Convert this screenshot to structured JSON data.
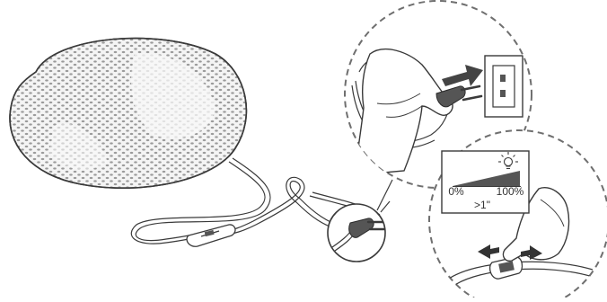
{
  "diagram": {
    "dimmer_panel": {
      "min_label": "0%",
      "max_label": "100%",
      "hold_label": ">1\""
    },
    "icons": {
      "brightness": "lightbulb-icon",
      "push": "arrow-right-icon",
      "slide": "double-arrow-icon"
    },
    "colors": {
      "stroke": "#3a3a3a",
      "fill_dark": "#555555",
      "dashed_circle": "#6f6f6f",
      "lamp_body": "#f4f4f4"
    }
  }
}
